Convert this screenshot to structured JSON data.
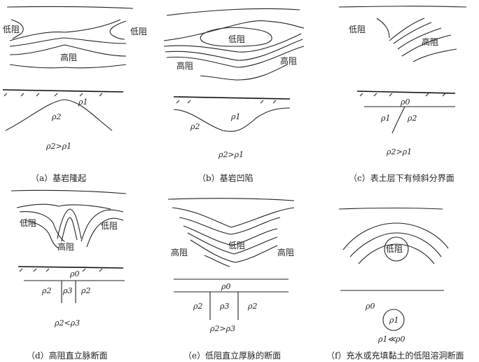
{
  "labels": {
    "low": "低阻",
    "high": "高阻"
  },
  "rho": {
    "p0": "ρ0",
    "p1": "ρ1",
    "p2": "ρ2",
    "p3": "ρ3"
  },
  "panels": {
    "a": {
      "caption": "（a）基岩隆起",
      "relation": "ρ2>ρ1"
    },
    "b": {
      "caption": "（b）基岩凹陷",
      "relation": "ρ2>ρ1"
    },
    "c": {
      "caption": "（c）表土层下有倾斜分界面",
      "relation": "ρ2>ρ1"
    },
    "d": {
      "caption": "（d）高阻直立脉断面",
      "relation": "ρ2<ρ3"
    },
    "e": {
      "caption": "（e）低阻直立厚脉的断面",
      "relation": "ρ2>ρ3"
    },
    "f": {
      "caption": "（f）充水或充填黏土的低阻溶洞断面",
      "relation": "ρ1≪ρ0"
    }
  }
}
